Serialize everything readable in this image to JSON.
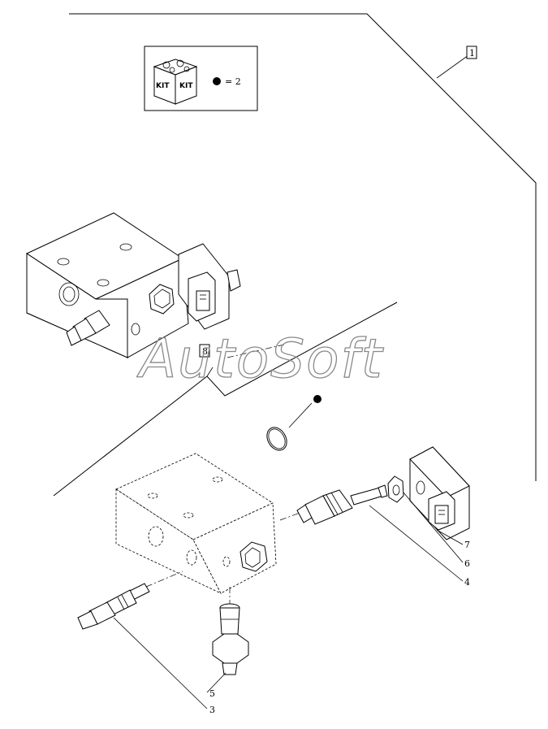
{
  "kit_box": {
    "kit_label_left": "KIT",
    "kit_label_right": "KIT",
    "equals_text": "= 2"
  },
  "callouts": [
    {
      "id": "callout-1",
      "text": "1"
    },
    {
      "id": "callout-8",
      "text": "8"
    },
    {
      "id": "callout-7",
      "text": "7"
    },
    {
      "id": "callout-6",
      "text": "6"
    },
    {
      "id": "callout-4",
      "text": "4"
    },
    {
      "id": "callout-5",
      "text": "5"
    },
    {
      "id": "callout-3",
      "text": "3"
    }
  ],
  "watermark": "AutoSoft"
}
